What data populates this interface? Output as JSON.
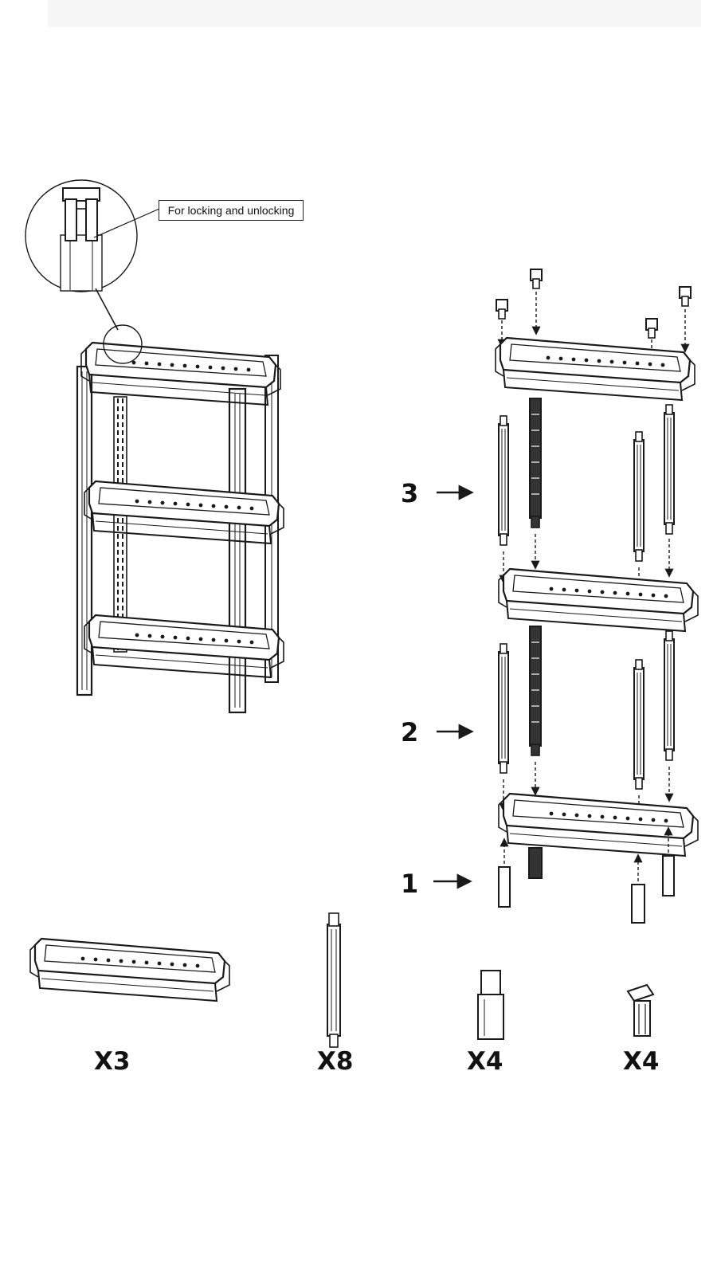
{
  "callout": {
    "text": "For locking and unlocking"
  },
  "steps": [
    {
      "label": "1"
    },
    {
      "label": "2"
    },
    {
      "label": "3"
    }
  ],
  "parts": [
    {
      "name": "shelf",
      "quantity": "X3"
    },
    {
      "name": "pole",
      "quantity": "X8"
    },
    {
      "name": "foot",
      "quantity": "X4"
    },
    {
      "name": "top-cap",
      "quantity": "X4"
    }
  ],
  "colors": {
    "line": "#1a1a1a",
    "background": "#ffffff"
  }
}
